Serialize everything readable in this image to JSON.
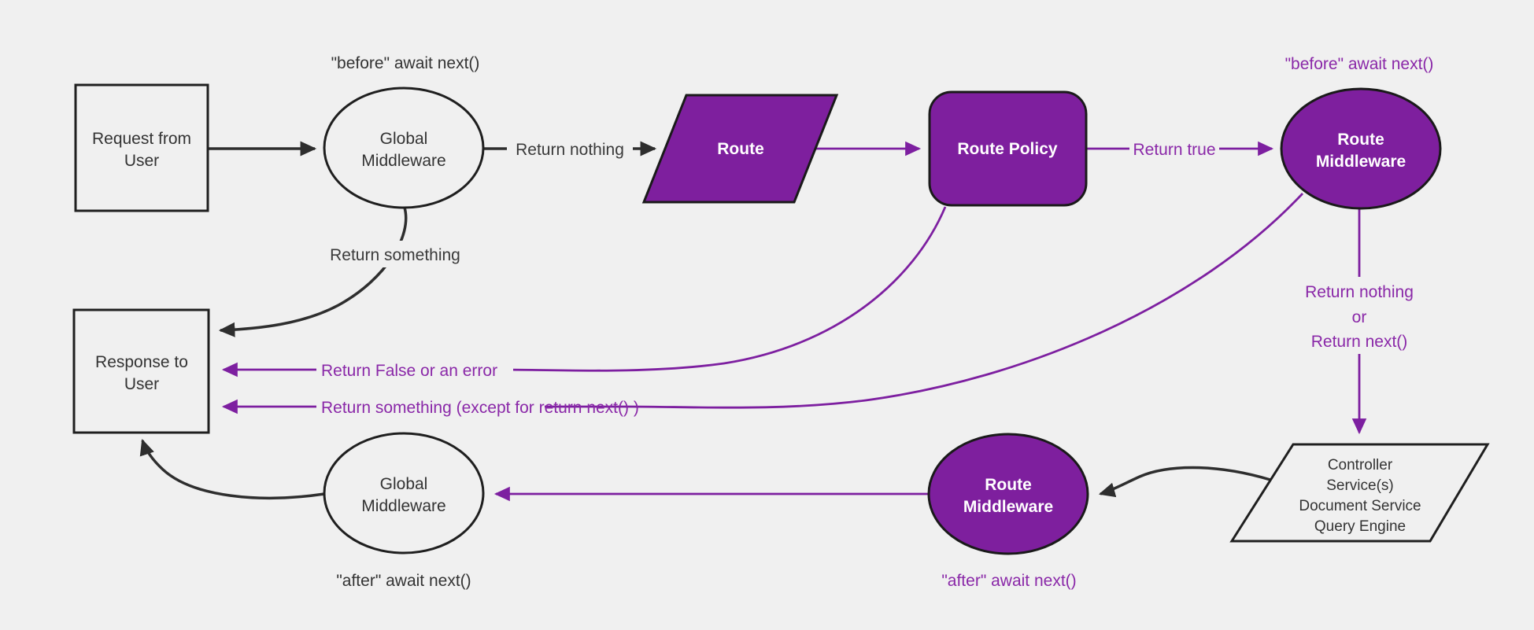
{
  "diagram": {
    "colors": {
      "background": "#f0f0f0",
      "purple_fill": "#7e1f9e",
      "purple_line": "#7d1fa0",
      "purple_text": "#8a28a8",
      "black_line": "#2e2e2e",
      "node_text": "#333333",
      "white_text": "#ffffff"
    },
    "nodes": {
      "request": {
        "lines": [
          "Request from",
          "User"
        ]
      },
      "global_middleware_top": {
        "lines": [
          "Global",
          "Middleware"
        ]
      },
      "route": {
        "label": "Route"
      },
      "route_policy": {
        "label": "Route Policy"
      },
      "route_middleware_top": {
        "lines": [
          "Route",
          "Middleware"
        ]
      },
      "services": {
        "lines": [
          "Controller",
          "Service(s)",
          "Document Service",
          "Query Engine"
        ]
      },
      "route_middleware_bottom": {
        "lines": [
          "Route",
          "Middleware"
        ]
      },
      "global_middleware_bottom": {
        "lines": [
          "Global",
          "Middleware"
        ]
      },
      "response": {
        "lines": [
          "Response to",
          "User"
        ]
      }
    },
    "annotations": {
      "before_global": "\"before\" await next()",
      "before_route": "\"before\" await next()",
      "after_global": "\"after\" await next()",
      "after_route": "\"after\" await next()"
    },
    "edge_labels": {
      "return_nothing": "Return nothing",
      "return_true": "Return true",
      "return_something": "Return something",
      "return_false_or_error": "Return False or an error",
      "return_something_except": "Return something (except for return next() )",
      "return_nothing_or": {
        "line1": "Return nothing",
        "line2": "or",
        "line3": "Return next()"
      }
    }
  }
}
